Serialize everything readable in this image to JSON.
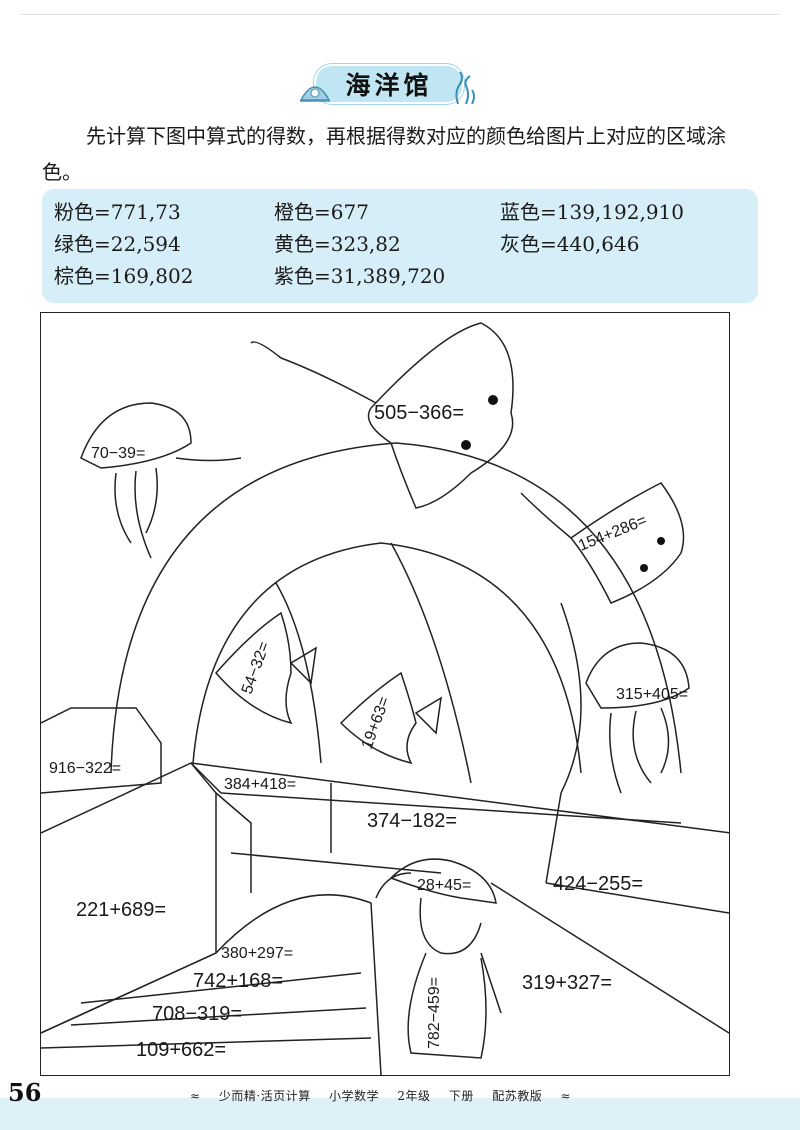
{
  "title": "海洋馆",
  "instruction": "先计算下图中算式的得数，再根据得数对应的颜色给图片上对应的区域涂色。",
  "legend": [
    {
      "label": "粉色=771,73"
    },
    {
      "label": "橙色=677"
    },
    {
      "label": "蓝色=139,192,910"
    },
    {
      "label": "绿色=22,594"
    },
    {
      "label": "黄色=323,82"
    },
    {
      "label": "灰色=440,646"
    },
    {
      "label": "棕色=169,802"
    },
    {
      "label": "紫色=31,389,720"
    }
  ],
  "equations": {
    "ray_big": "505−366=",
    "jelly_left": "70−39=",
    "ray_small": "154+286=",
    "fish1": "54−32=",
    "fish2": "19+63=",
    "jelly_right": "315+405=",
    "rock_left": "916−322=",
    "wall_a": "384+418=",
    "wall_b": "374−182=",
    "wall_c": "424−255=",
    "block": "221+689=",
    "girl_cap": "28+45=",
    "floor_right": "319+327=",
    "girl_body": "782−459=",
    "step1": "380+297=",
    "step2": "742+168=",
    "step3": "708−319=",
    "step4": "109+662="
  },
  "footer": {
    "page_number": "56",
    "book": "少而精·活页计算",
    "subject": "小学数学",
    "grade": "2年级",
    "term": "下册",
    "edition": "配苏教版"
  },
  "colors": {
    "banner": "#bfe6f2",
    "legend_bg": "#d6eef7",
    "footer_wave": "#dff1f8"
  }
}
